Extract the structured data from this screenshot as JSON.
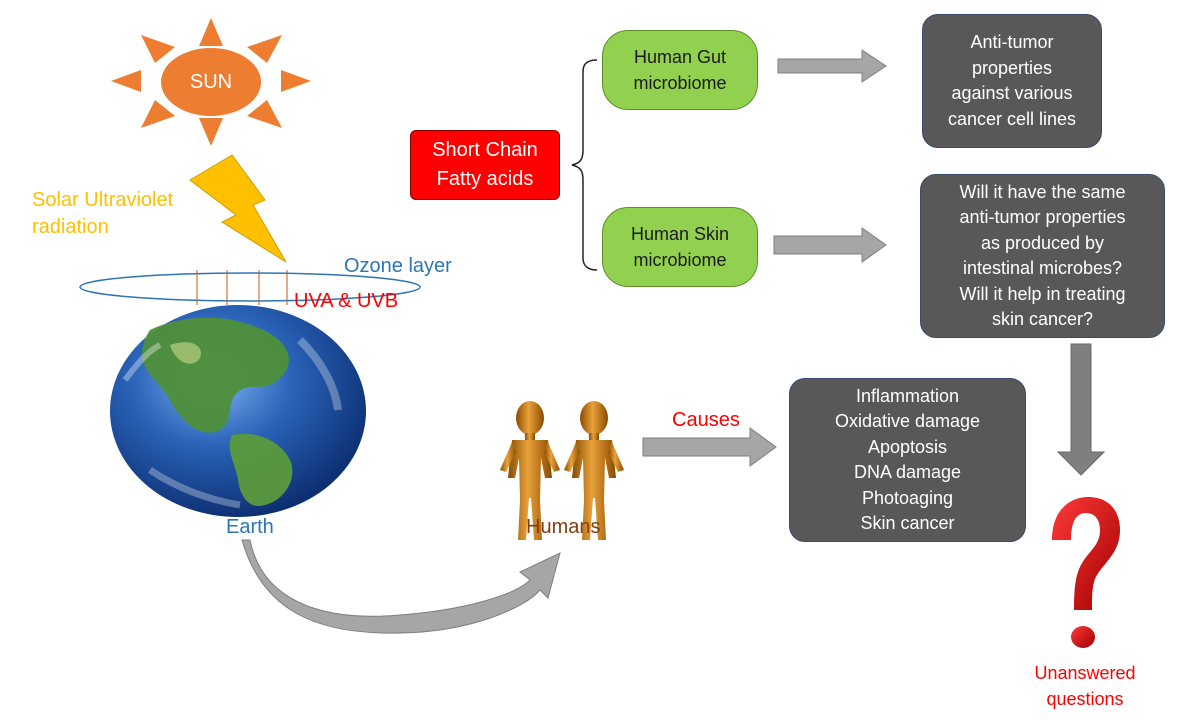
{
  "sun": {
    "label": "SUN",
    "color": "#ed7d31"
  },
  "radiation_label": {
    "line1": "Solar Ultraviolet",
    "line2": "radiation",
    "color": "#ffc000"
  },
  "ozone_label": {
    "text": "Ozone layer",
    "color": "#2e75b6"
  },
  "uv_label": {
    "text": "UVA & UVB",
    "color": "#ff0000"
  },
  "earth_label": {
    "text": "Earth",
    "color": "#2e75b6"
  },
  "humans_label": {
    "text": "Humans",
    "color": "#843c0c"
  },
  "causes_label": {
    "text": "Causes",
    "color": "#ff0000"
  },
  "scfa_box": {
    "line1": "Short Chain",
    "line2": "Fatty acids"
  },
  "gut_box": {
    "line1": "Human Gut",
    "line2": "microbiome"
  },
  "skin_box": {
    "line1": "Human Skin",
    "line2": "microbiome"
  },
  "antitumor_box": {
    "lines": [
      "Anti-tumor",
      "properties",
      "against various",
      "cancer cell lines"
    ]
  },
  "question_box": {
    "lines": [
      "Will it have the same",
      "anti-tumor properties",
      "as produced by",
      "intestinal microbes?",
      "Will it help in treating",
      "skin cancer?"
    ]
  },
  "effects_box": {
    "lines": [
      "Inflammation",
      "Oxidative damage",
      "Apoptosis",
      "DNA damage",
      "Photoaging",
      "Skin cancer"
    ]
  },
  "unanswered_label": {
    "line1": "Unanswered",
    "line2": "questions",
    "color": "#ff0000"
  },
  "colors": {
    "arrow_gray": "#a6a6a6",
    "dark_box": "#585858",
    "green_box": "#92d050",
    "red_box": "#ff0000",
    "question_mark": "#e00000"
  }
}
